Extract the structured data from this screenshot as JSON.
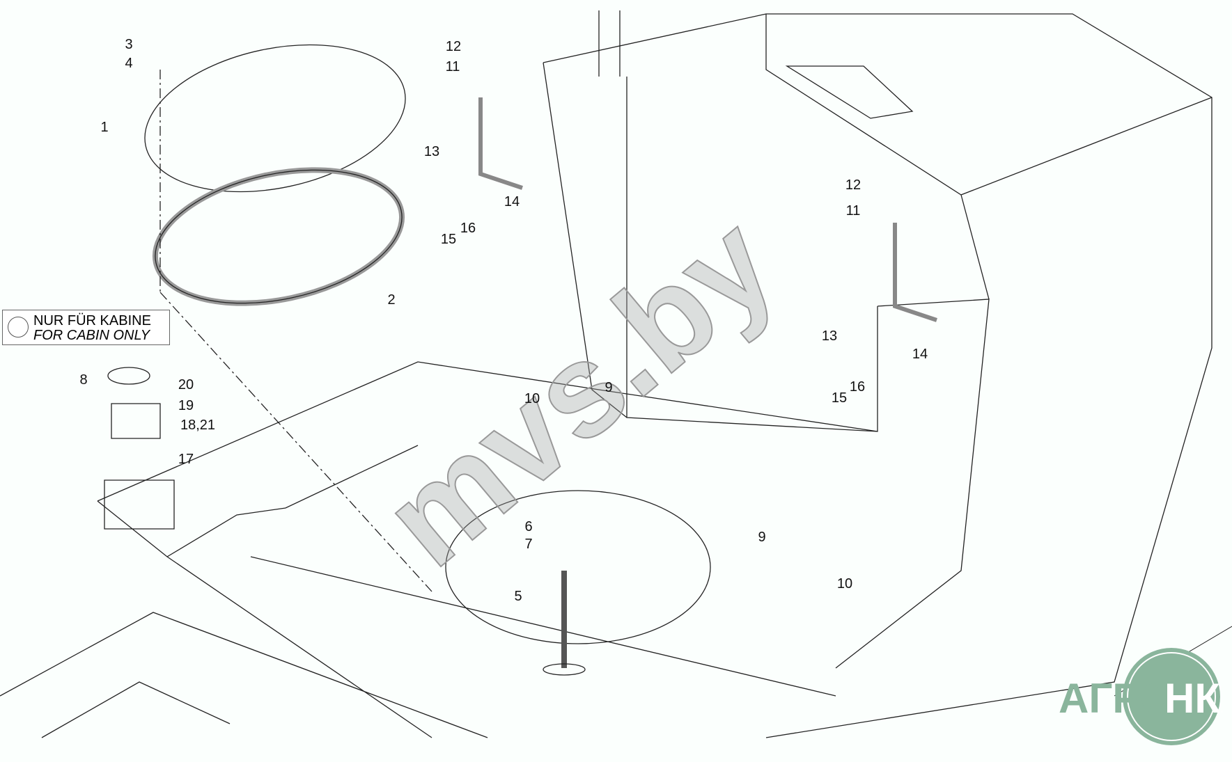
{
  "legend": {
    "line1": "NUR FÜR KABINE",
    "line2": "FOR CABIN ONLY"
  },
  "callouts": [
    "3",
    "4",
    "1",
    "2",
    "12",
    "11",
    "13",
    "14",
    "15",
    "16",
    "12",
    "11",
    "13",
    "14",
    "16",
    "15",
    "10",
    "9",
    "8",
    "20",
    "19",
    "18,21",
    "17",
    "6",
    "7",
    "5",
    "9",
    "10"
  ],
  "watermark": "mvs.by",
  "logo": {
    "text_left": "АГРО",
    "text_right": "НКА",
    "color": "#8ab59c"
  }
}
